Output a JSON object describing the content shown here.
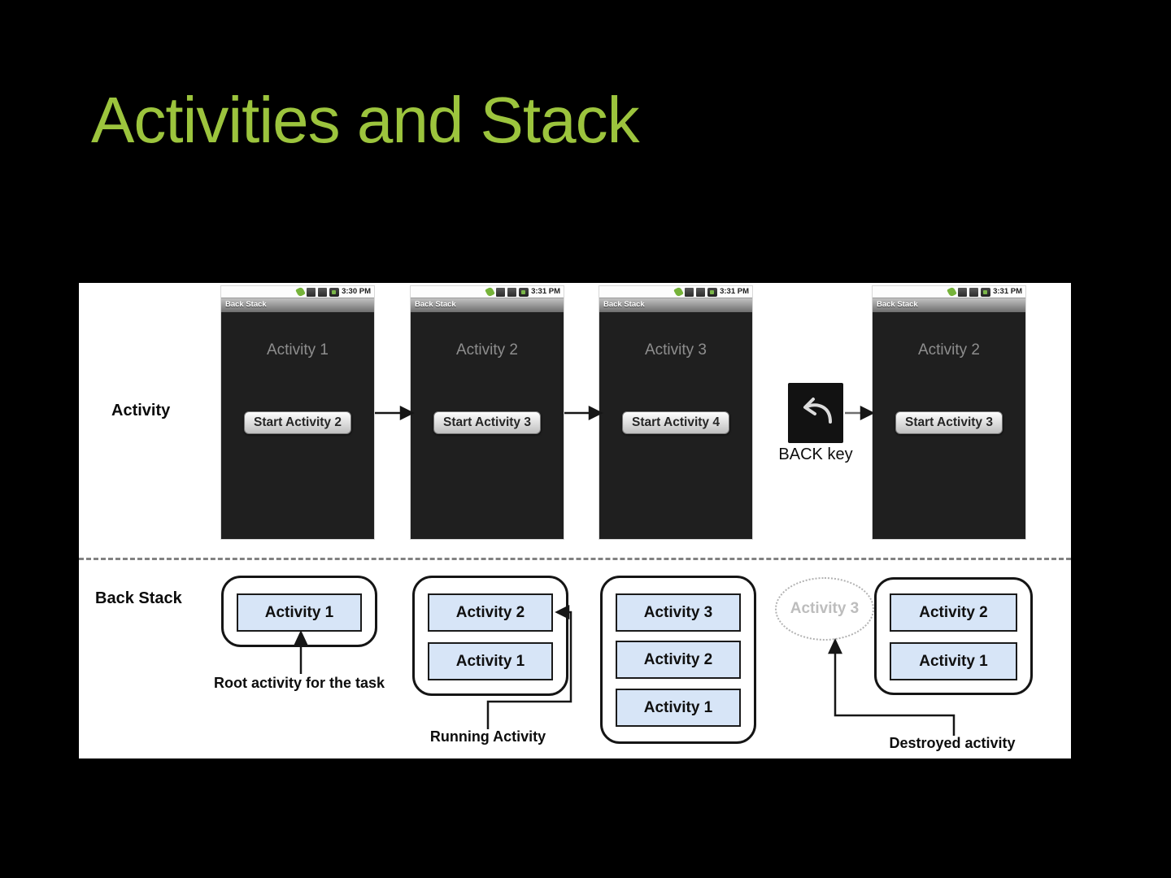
{
  "title": "Activities and Stack",
  "activity_row": {
    "label": "Activity",
    "back_key_label": "BACK key",
    "phones": [
      {
        "time": "3:30 PM",
        "app_title": "Back Stack",
        "screen_label": "Activity 1",
        "button_label": "Start Activity 2"
      },
      {
        "time": "3:31 PM",
        "app_title": "Back Stack",
        "screen_label": "Activity 2",
        "button_label": "Start Activity 3"
      },
      {
        "time": "3:31 PM",
        "app_title": "Back Stack",
        "screen_label": "Activity 3",
        "button_label": "Start Activity 4"
      },
      {
        "time": "3:31 PM",
        "app_title": "Back Stack",
        "screen_label": "Activity 2",
        "button_label": "Start Activity 3"
      }
    ]
  },
  "back_stack_row": {
    "label": "Back Stack",
    "stacks": [
      {
        "items": [
          "Activity 1"
        ]
      },
      {
        "items": [
          "Activity 2",
          "Activity 1"
        ]
      },
      {
        "items": [
          "Activity 3",
          "Activity 2",
          "Activity 1"
        ]
      },
      {
        "items": [
          "Activity 2",
          "Activity 1"
        ]
      }
    ],
    "destroyed_item": "Activity 3",
    "annotation_root": "Root activity for the task",
    "annotation_running": "Running Activity",
    "annotation_destroyed": "Destroyed activity"
  },
  "colors": {
    "title_green": "#9CC43D",
    "stack_item_fill": "#D7E5F7",
    "phone_screen": "#1F1F1F",
    "slide_bg": "#000000",
    "panel_bg": "#FFFFFF"
  }
}
